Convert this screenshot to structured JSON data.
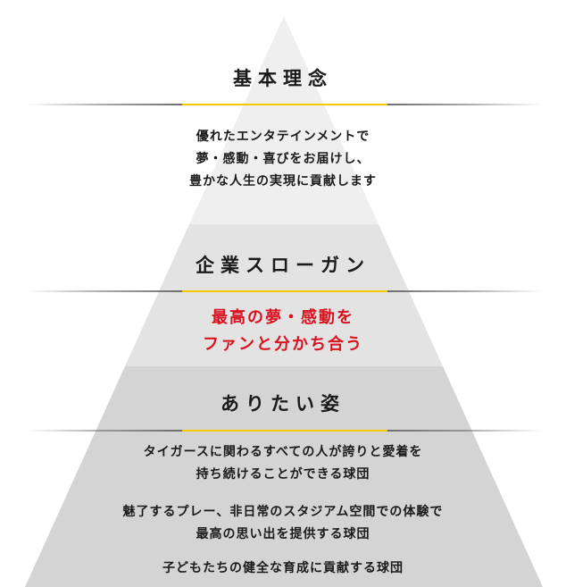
{
  "colors": {
    "band_top": "#efefef",
    "band_middle": "#e3e3e3",
    "band_bottom": "#d4d4d4",
    "accent_yellow": "#f5c800",
    "divider_gray": "#6e6e6e",
    "slogan_red": "#d9121f",
    "text": "#1a1a1a"
  },
  "sections": {
    "philosophy": {
      "heading": "基本理念",
      "lines": [
        "優れたエンタテインメントで",
        "夢・感動・喜びをお届けし、",
        "豊かな人生の実現に貢献します"
      ]
    },
    "slogan": {
      "heading": "企業スローガン",
      "lines": [
        "最高の夢・感動を",
        "ファンと分かち合う"
      ]
    },
    "vision": {
      "heading": "ありたい姿",
      "items": [
        {
          "lines": [
            "タイガースに関わるすべての人が誇りと愛着を",
            "持ち続けることができる球団"
          ]
        },
        {
          "lines": [
            "魅了するプレー、非日常のスタジアム空間での体験で",
            "最高の思い出を提供する球団"
          ]
        },
        {
          "lines": [
            "子どもたちの健全な育成に貢献する球団"
          ]
        }
      ]
    }
  }
}
